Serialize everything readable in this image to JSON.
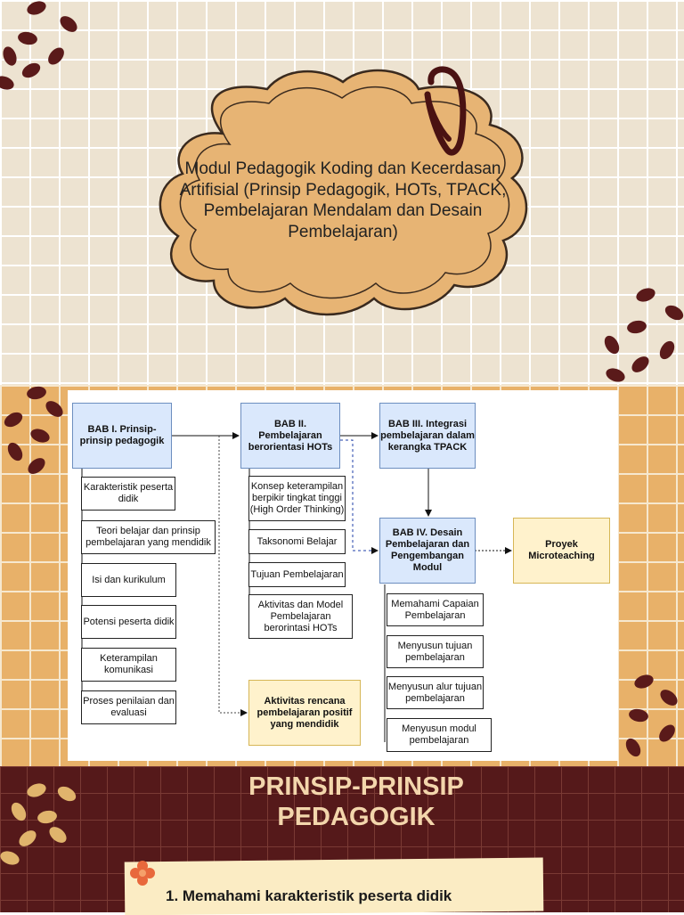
{
  "title": "Modul Pedagogik Koding dan Kecerdasan Artifisial (Prinsip Pedagogik, HOTs, TPACK, Pembelajaran Mendalam dan Desain Pembelajaran)",
  "diagram": {
    "chapters": {
      "bab1": "BAB I. Prinsip-prinsip pedagogik",
      "bab2": "BAB II. Pembelajaran berorientasi HOTs",
      "bab3": "BAB III. Integrasi pembelajaran dalam kerangka TPACK",
      "bab4": "BAB IV. Desain Pembelajaran dan Pengembangan Modul"
    },
    "outcomes": {
      "proyek": "Proyek Microteaching",
      "aktivitas": "Aktivitas rencana pembelajaran positif yang mendidik"
    },
    "bab1_items": [
      "Karakteristik peserta didik",
      "Teori belajar dan prinsip pembelajaran yang mendidik",
      "Isi dan kurikulum",
      "Potensi peserta didik",
      "Keterampilan komunikasi",
      "Proses penilaian dan evaluasi"
    ],
    "bab2_items": [
      "Konsep keterampilan berpikir tingkat tinggi (High Order Thinking)",
      "Taksonomi Belajar",
      "Tujuan Pembelajaran",
      "Aktivitas dan Model Pembelajaran berorintasi HOTs"
    ],
    "bab4_items": [
      "Memahami Capaian Pembelajaran",
      "Menyusun tujuan pembelajaran",
      "Menyusun alur tujuan pembelajaran",
      "Menyusun modul pembelajaran"
    ]
  },
  "section": {
    "heading_line1": "PRINSIP-PRINSIP",
    "heading_line2": "PEDAGOGIK",
    "first_point": "1. Memahami karakteristik peserta didik"
  },
  "colors": {
    "top_background": "#ede3d1",
    "middle_background": "#e8b169",
    "bottom_background": "#55191a",
    "cloud_fill": "#e7b474",
    "chapter_fill": "#dae8fc",
    "outcome_fill": "#fff2cc",
    "heading_text": "#f3d6ac"
  },
  "icons": [
    "paper-clip-icon",
    "coffee-bean-icon",
    "flower-icon"
  ]
}
